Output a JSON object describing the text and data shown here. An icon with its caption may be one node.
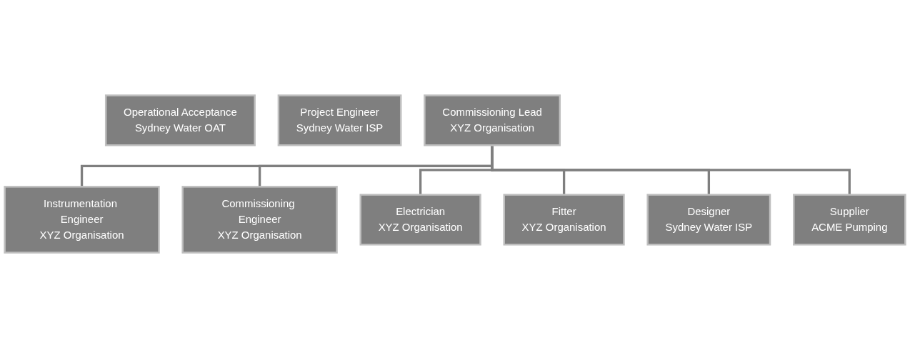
{
  "diagram": {
    "nodes": [
      {
        "text": [
          "Operational Acceptance",
          "Sydney Water OAT"
        ]
      },
      {
        "text": [
          "Project Engineer",
          "Sydney Water ISP"
        ]
      },
      {
        "text": [
          "Commissioning Lead",
          "XYZ Organisation"
        ]
      },
      {
        "text": [
          "Instrumentation Engineer",
          "XYZ Organisation"
        ]
      },
      {
        "text": [
          "Commissioning Engineer",
          "XYZ Organisation"
        ]
      },
      {
        "text": [
          "Electrician",
          "XYZ Organisation"
        ]
      },
      {
        "text": [
          "Fitter",
          "XYZ Organisation"
        ]
      },
      {
        "text": [
          "Designer",
          "Sydney Water ISP"
        ]
      },
      {
        "text": [
          "Supplier",
          "ACME Pumping"
        ]
      }
    ],
    "edges": [
      {
        "from": 2,
        "to": 3,
        "arrow": "none"
      },
      {
        "from": 2,
        "to": 4,
        "arrow": "none"
      },
      {
        "from": 2,
        "to": 5,
        "arrow": "none"
      },
      {
        "from": 2,
        "to": 6,
        "arrow": "none"
      },
      {
        "from": 2,
        "to": 7,
        "arrow": "none"
      },
      {
        "from": 2,
        "to": 8,
        "arrow": "none"
      }
    ]
  }
}
